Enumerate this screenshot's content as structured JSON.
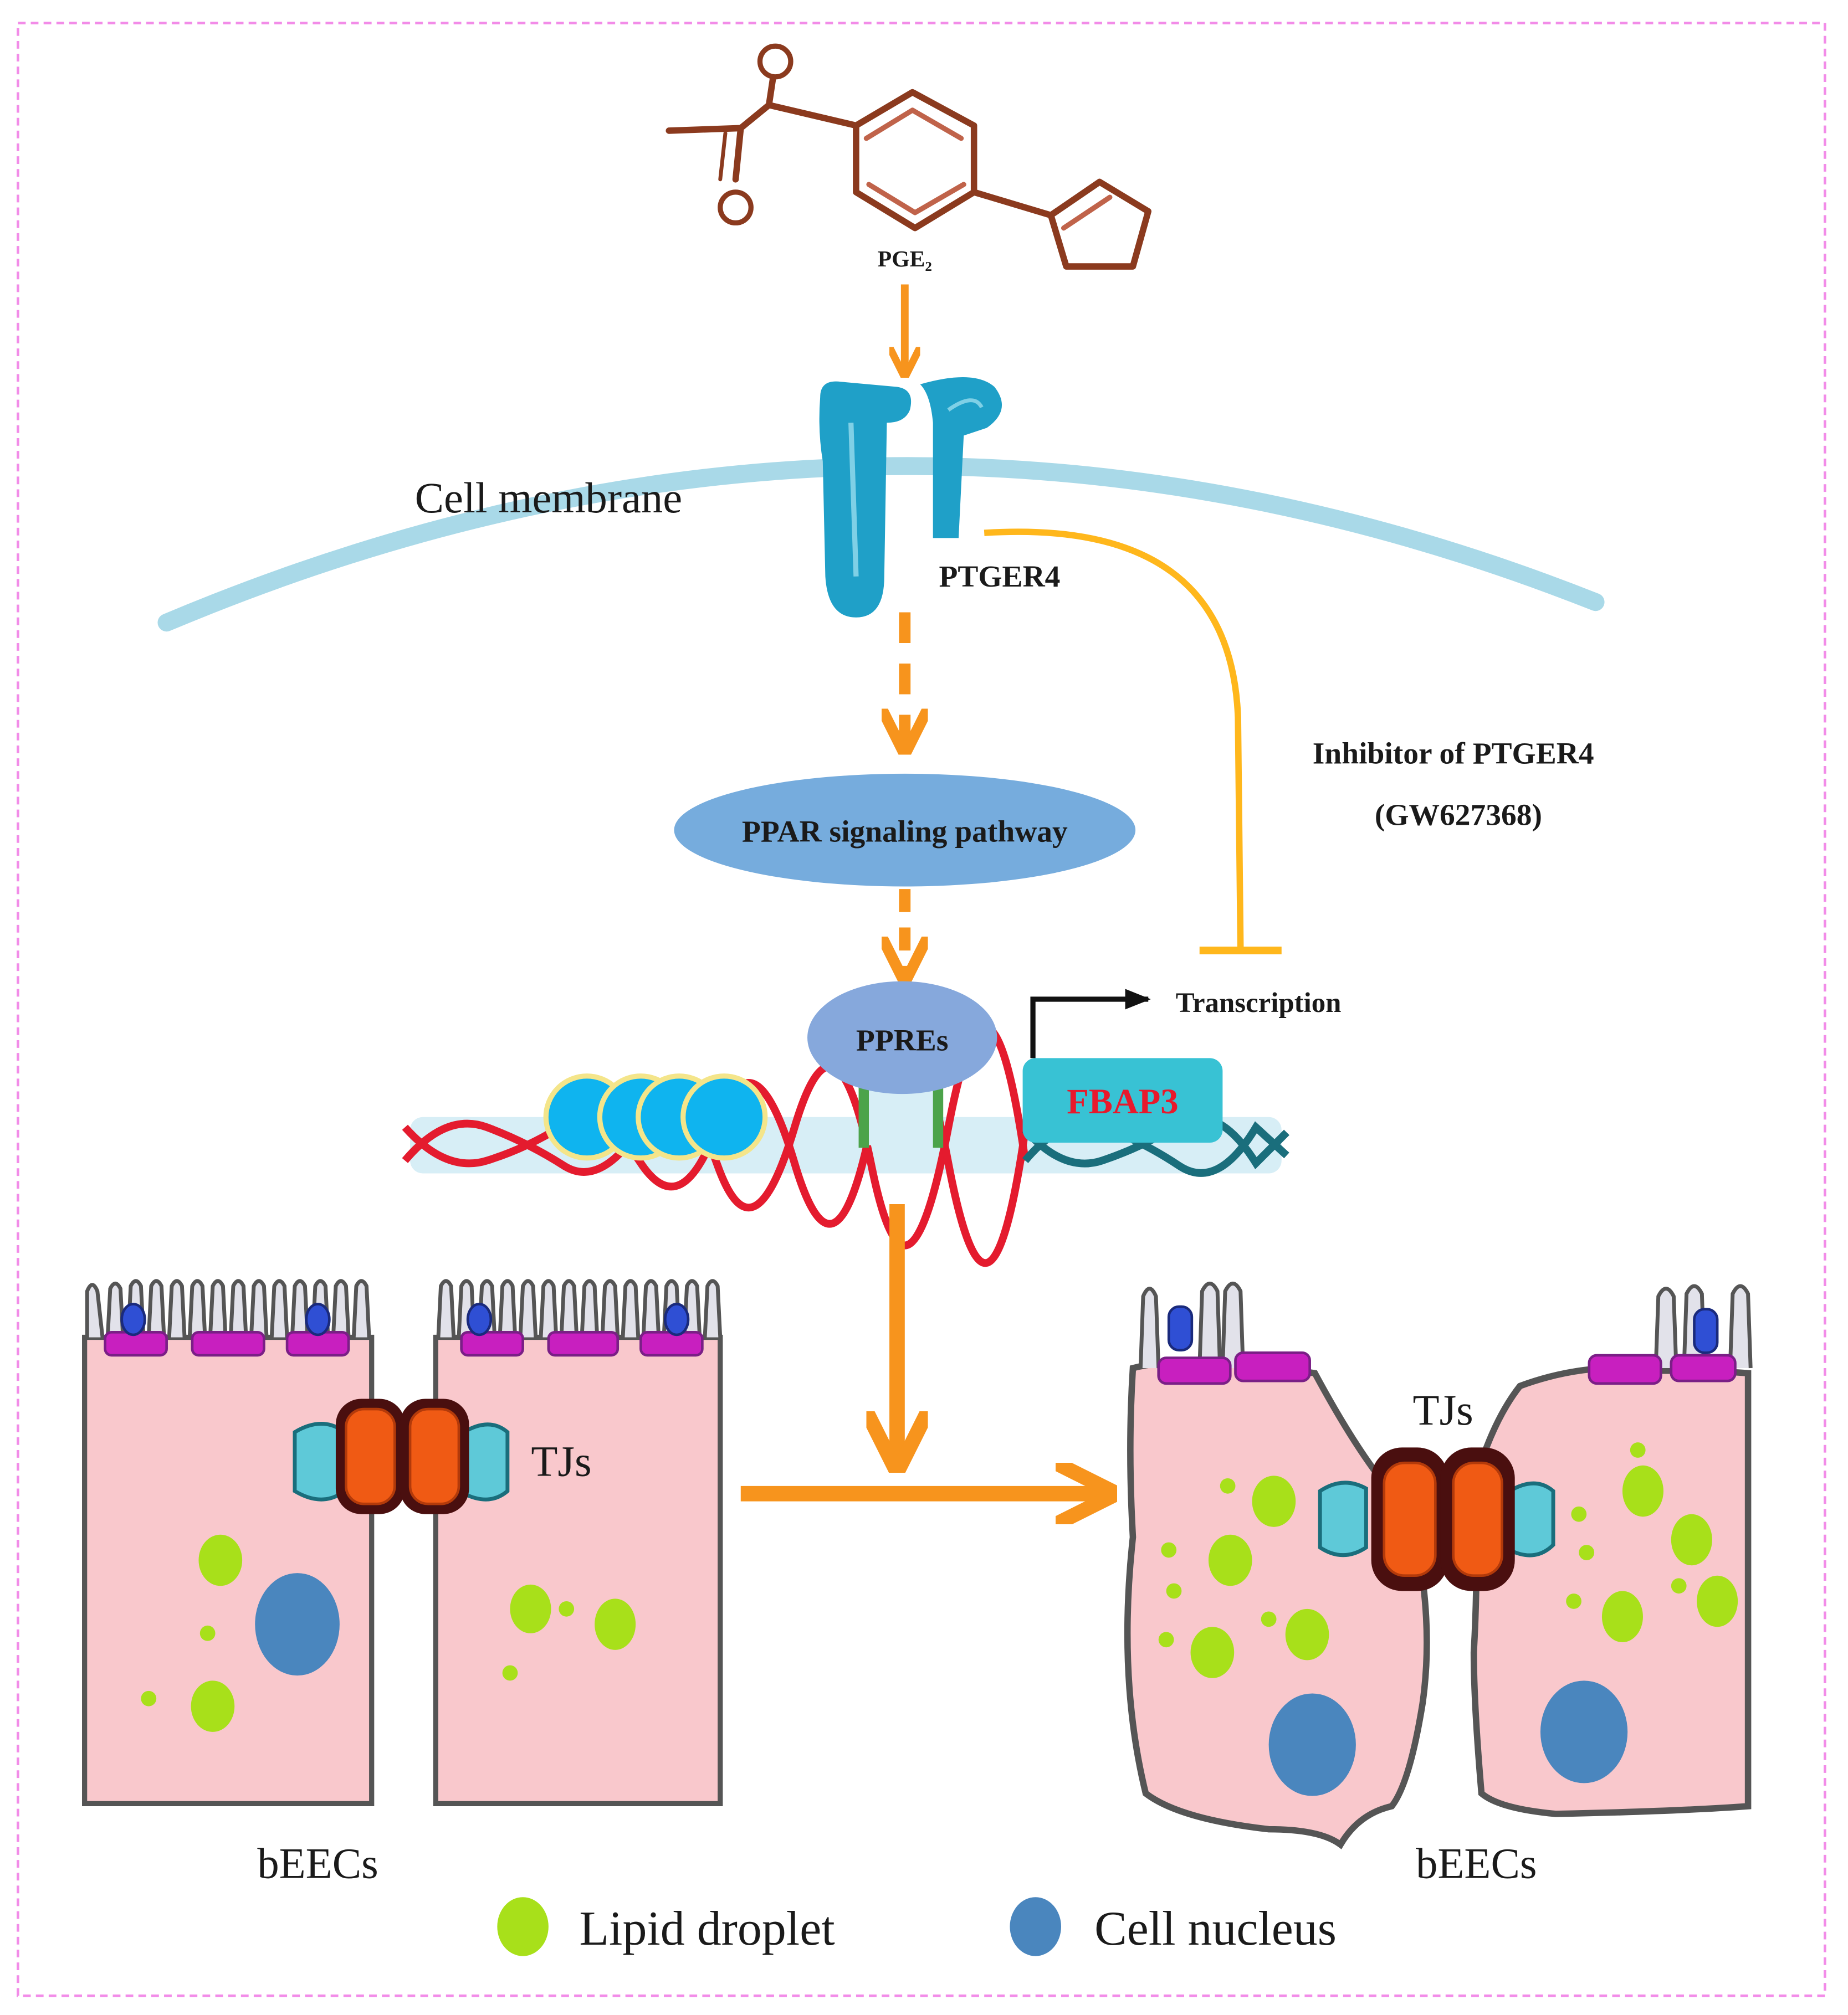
{
  "labels": {
    "pge2": "PGE₂",
    "cell_membrane": "Cell membrane",
    "ptger4": "PTGER4",
    "inhibitor_line1": "Inhibitor of PTGER4",
    "inhibitor_line2": "(GW627368)",
    "ppar": "PPAR signaling pathway",
    "ppres": "PPREs",
    "transcription": "Transcription",
    "fbap3": "FBAP3",
    "tjs_left": "TJs",
    "tjs_right": "TJs",
    "beecs_left": "bEECs",
    "beecs_right": "bEECs"
  },
  "legend": [
    {
      "label": "Lipid droplet",
      "color": "#a8e01a"
    },
    {
      "label": "Cell nucleus",
      "color": "#4a86be"
    }
  ],
  "colors": {
    "arrow": "#f7941d",
    "inhibitor": "#ffb71c",
    "membrane": "#a9d9e8",
    "receptor": "#1fa0c8",
    "cell": "#f9c8cc",
    "lipid": "#a8e01a",
    "nucleus": "#4a86be",
    "fbap3_text": "#e8192c",
    "border": "#f28ce8"
  }
}
